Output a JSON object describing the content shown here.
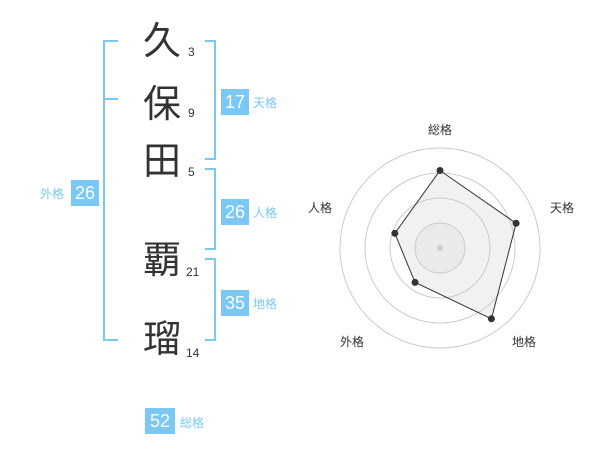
{
  "name_chars": [
    {
      "char": "久",
      "strokes": "3"
    },
    {
      "char": "保",
      "strokes": "9"
    },
    {
      "char": "田",
      "strokes": "5"
    },
    {
      "char": "覇",
      "strokes": "21"
    },
    {
      "char": "瑠",
      "strokes": "14"
    }
  ],
  "kaku": {
    "tenkaku": {
      "value": "17",
      "label": "天格"
    },
    "jinkaku": {
      "value": "26",
      "label": "人格"
    },
    "chikaku": {
      "value": "35",
      "label": "地格"
    },
    "gaikaku": {
      "value": "26",
      "label": "外格"
    },
    "soukaku": {
      "value": "52",
      "label": "総格"
    }
  },
  "colors": {
    "accent": "#7cc8f5",
    "text": "#333333",
    "grid": "#cccccc",
    "fill": "#eeeeee"
  },
  "chart_data": {
    "type": "radar",
    "axes": [
      "総格",
      "天格",
      "地格",
      "外格",
      "人格"
    ],
    "scale_max": 4,
    "rings": 4,
    "values": [
      3.1,
      3.2,
      3.5,
      1.7,
      1.9
    ]
  }
}
